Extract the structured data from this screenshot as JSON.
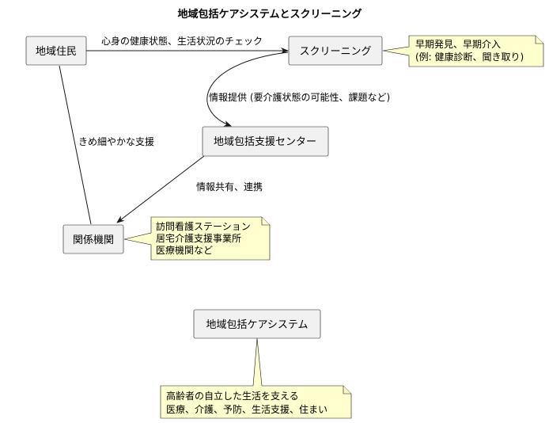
{
  "title": "地域包括ケアシステムとスクリーニング",
  "nodes": {
    "residents": "地域住民",
    "screening": "スクリーニング",
    "center": "地域包括支援センター",
    "agencies": "関係機関",
    "system": "地域包括ケアシステム"
  },
  "edges": {
    "residents_to_screening": "心身の健康状態、生活状況のチェック",
    "screening_to_center": "情報提供 (要介護状態の可能性、課題など)",
    "center_to_agencies": "情報共有、連携",
    "residents_to_agencies": "きめ細やかな支援"
  },
  "notes": {
    "screening": [
      "早期発見、早期介入",
      "(例: 健康診断、聞き取り)"
    ],
    "agencies": [
      "訪問看護ステーション",
      "居宅介護支援事業所",
      "医療機関など"
    ],
    "system": [
      "高齢者の自立した生活を支える",
      "医療、介護、予防、生活支援、住まい"
    ]
  }
}
